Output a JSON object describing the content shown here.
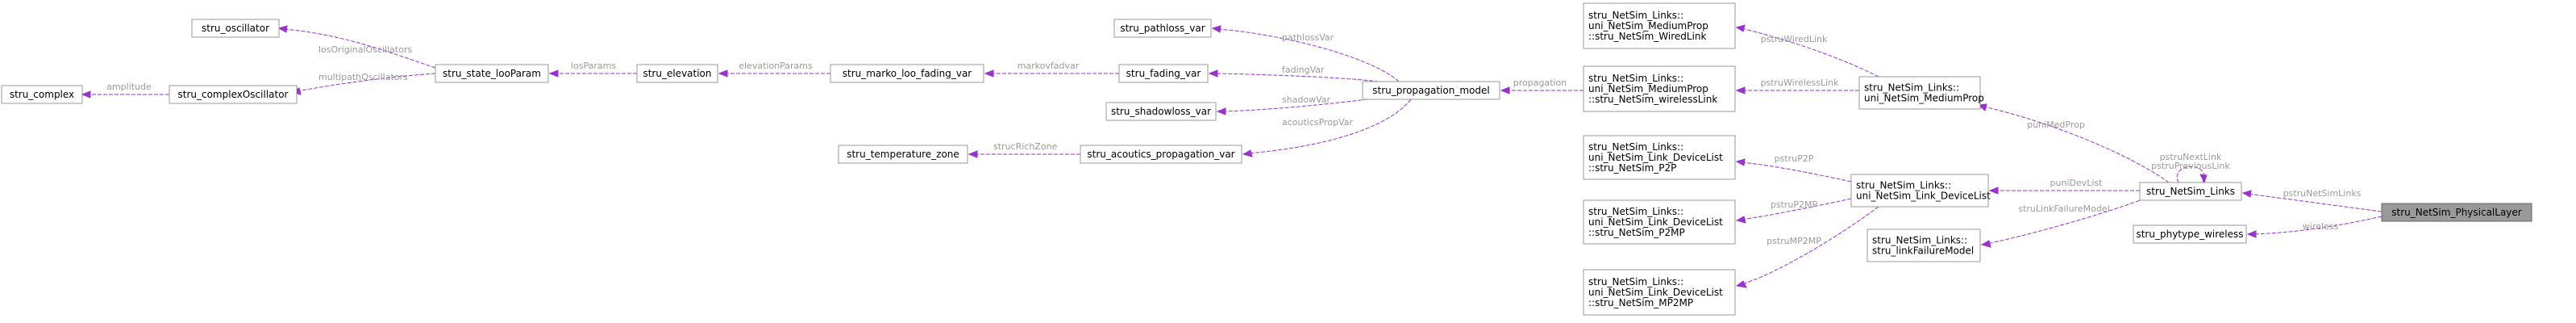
{
  "diagram": {
    "nodes": {
      "stru_complex": [
        "stru_complex"
      ],
      "stru_oscillator": [
        "stru_oscillator"
      ],
      "stru_complexOscillator": [
        "stru_complexOscillator"
      ],
      "stru_state_looParam": [
        "stru_state_looParam"
      ],
      "stru_elevation": [
        "stru_elevation"
      ],
      "stru_marko_loo_fading_var": [
        "stru_marko_loo_fading_var"
      ],
      "stru_pathloss_var": [
        "stru_pathloss_var"
      ],
      "stru_fading_var": [
        "stru_fading_var"
      ],
      "stru_shadowloss_var": [
        "stru_shadowloss_var"
      ],
      "stru_temperature_zone": [
        "stru_temperature_zone"
      ],
      "stru_acoutics_propagation_var": [
        "stru_acoutics_propagation_var"
      ],
      "stru_propagation_model": [
        "stru_propagation_model"
      ],
      "wired_link": [
        "stru_NetSim_Links::",
        "uni_NetSim_MediumProp",
        "::stru_NetSim_WiredLink"
      ],
      "wireless_link": [
        "stru_NetSim_Links::",
        "uni_NetSim_MediumProp",
        "::stru_NetSim_wirelessLink"
      ],
      "medium_prop": [
        "stru_NetSim_Links::",
        "uni_NetSim_MediumProp"
      ],
      "p2p": [
        "stru_NetSim_Links::",
        "uni_NetSim_Link_DeviceList",
        "::stru_NetSim_P2P"
      ],
      "p2mp": [
        "stru_NetSim_Links::",
        "uni_NetSim_Link_DeviceList",
        "::stru_NetSim_P2MP"
      ],
      "mp2mp": [
        "stru_NetSim_Links::",
        "uni_NetSim_Link_DeviceList",
        "::stru_NetSim_MP2MP"
      ],
      "device_list": [
        "stru_NetSim_Links::",
        "uni_NetSim_Link_DeviceList"
      ],
      "link_failure": [
        "stru_NetSim_Links::",
        "stru_linkFailureModel"
      ],
      "stru_NetSim_Links": [
        "stru_NetSim_Links"
      ],
      "stru_phytype_wireless": [
        "stru_phytype_wireless"
      ],
      "stru_NetSim_PhysicalLayer": [
        "stru_NetSim_PhysicalLayer"
      ]
    },
    "edges": {
      "amplitude": [
        "amplitude"
      ],
      "multipathOscillators": [
        "multipathOscillators"
      ],
      "losOriginalOscillators": [
        "losOriginalOscillators"
      ],
      "losParams": [
        "losParams"
      ],
      "elevationParams": [
        "elevationParams"
      ],
      "markovfadvar": [
        "markovfadvar"
      ],
      "pathlossVar": [
        "pathlossVar"
      ],
      "fadingVar": [
        "fadingVar"
      ],
      "shadowVar": [
        "shadowVar"
      ],
      "acouticsPropVar": [
        "acouticsPropVar"
      ],
      "strucRichZone": [
        "strucRichZone"
      ],
      "propagation": [
        "propagation"
      ],
      "pstruWiredLink": [
        "pstruWiredLink"
      ],
      "pstruWirelessLink": [
        "pstruWirelessLink"
      ],
      "puniMedProp": [
        "puniMedProp"
      ],
      "pstruP2P": [
        "pstruP2P"
      ],
      "pstruP2MP": [
        "pstruP2MP"
      ],
      "pstruMP2MP": [
        "pstruMP2MP"
      ],
      "puniDevList": [
        "puniDevList"
      ],
      "struLinkFailureModel": [
        "struLinkFailureModel"
      ],
      "selfloop": [
        "pstruNextLink",
        "pstruPreviousLink"
      ],
      "pstruNetSimLinks": [
        "pstruNetSimLinks"
      ],
      "wireless": [
        "wireless"
      ]
    }
  }
}
